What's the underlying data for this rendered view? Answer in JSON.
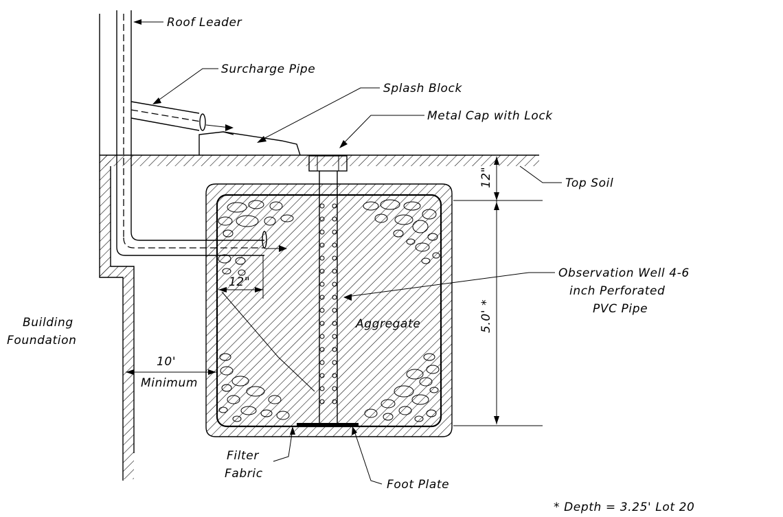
{
  "labels": {
    "roof_leader": "Roof Leader",
    "surcharge_pipe": "Surcharge Pipe",
    "splash_block": "Splash Block",
    "metal_cap": "Metal Cap with Lock",
    "top_soil": "Top Soil",
    "obs_well_1": "Observation Well 4-6",
    "obs_well_2": "inch Perforated",
    "obs_well_3": "PVC Pipe",
    "aggregate": "Aggregate",
    "building_1": "Building",
    "building_2": "Foundation",
    "filter_1": "Filter",
    "filter_2": "Fabric",
    "foot_plate": "Foot Plate",
    "min_value": "10'",
    "min_label": "Minimum",
    "pipe_offset": "12\"",
    "topsoil_depth": "12\"",
    "depth_dim": "5.0' *",
    "footnote": "* Depth = 3.25' Lot 20"
  }
}
